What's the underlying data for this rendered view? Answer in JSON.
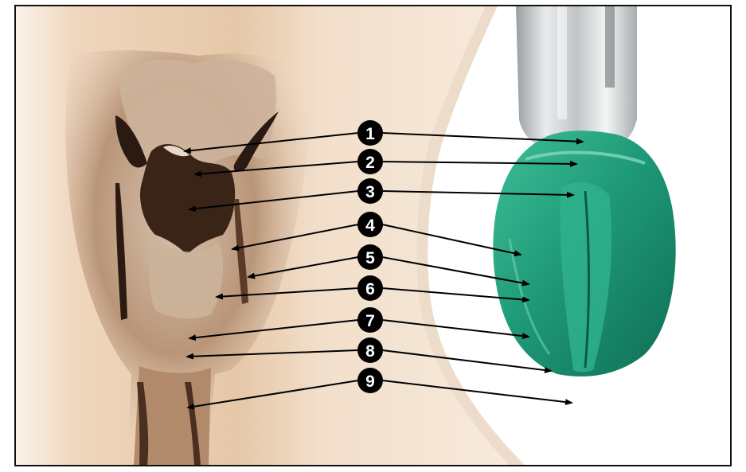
{
  "labels": [
    {
      "number": "1"
    },
    {
      "number": "2"
    },
    {
      "number": "3"
    },
    {
      "number": "4"
    },
    {
      "number": "5"
    },
    {
      "number": "6"
    },
    {
      "number": "7"
    },
    {
      "number": "8"
    },
    {
      "number": "9"
    }
  ],
  "colors": {
    "border": "#111111",
    "skin_light": "#f4e2cf",
    "skin_mid": "#e2c3a2",
    "tissue": "#b08a6a",
    "tissue_dark": "#3a2418",
    "cuff_green": "#1f9a78",
    "cuff_green_light": "#58c7a5",
    "tube_grey": "#c9ccce",
    "arrow": "#000000",
    "badge_fill": "#000000"
  }
}
